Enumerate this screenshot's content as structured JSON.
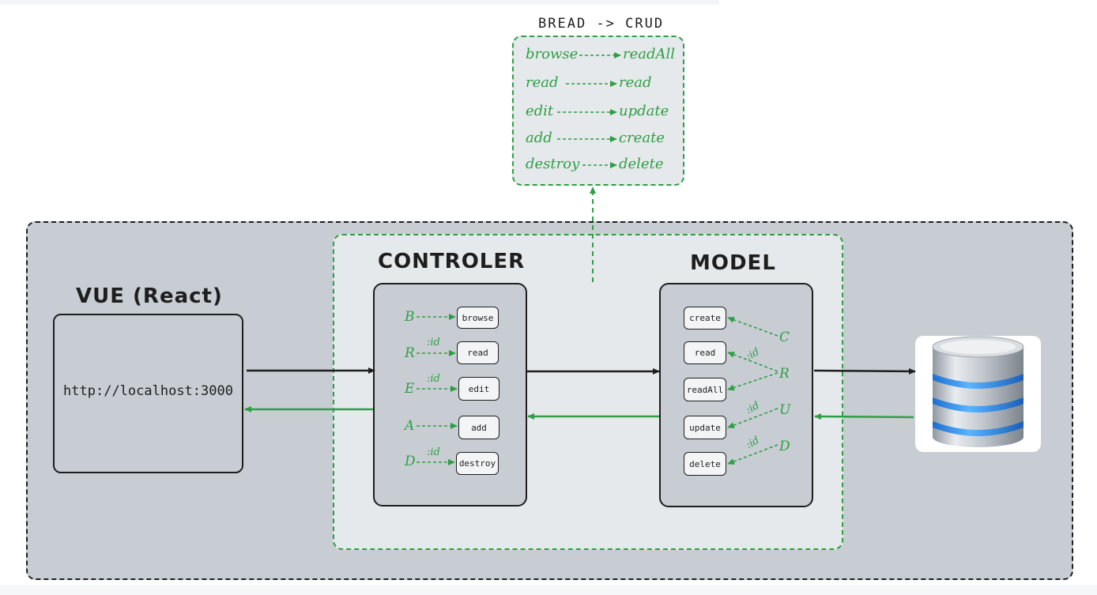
{
  "bread_mapping": {
    "title": "BREAD -> CRUD",
    "rows": [
      {
        "src": "browse",
        "dst": "readAll"
      },
      {
        "src": "read",
        "dst": "read"
      },
      {
        "src": "edit",
        "dst": "update"
      },
      {
        "src": "add",
        "dst": "create"
      },
      {
        "src": "destroy",
        "dst": "delete"
      }
    ]
  },
  "vue": {
    "title": "VUE (React)",
    "url": "http://localhost:3000"
  },
  "controller": {
    "title": "CONTROLER",
    "letters": [
      "B",
      "R",
      "E",
      "A",
      "D"
    ],
    "id_label": ":id",
    "buttons": [
      "browse",
      "read",
      "edit",
      "add",
      "destroy"
    ]
  },
  "model": {
    "title": "MODEL",
    "letters": [
      "C",
      "R",
      "U",
      "D"
    ],
    "id_label": ":id",
    "buttons": [
      "create",
      "read",
      "readAll",
      "update",
      "delete"
    ]
  },
  "colors": {
    "green": "#2f9e44",
    "dark": "#1e1e1e",
    "gray_panel": "#c8cdd4",
    "light_panel": "#e5e9ec"
  },
  "icons": {
    "database": "database-icon"
  }
}
